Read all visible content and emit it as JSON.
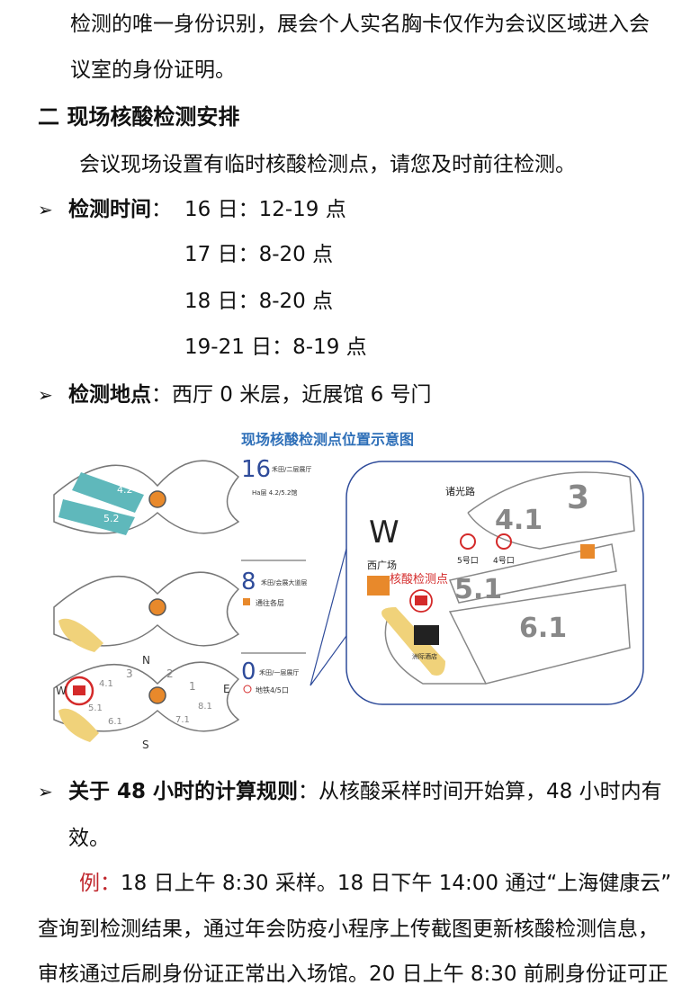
{
  "p1": {
    "line1": "检测的唯一身份识别，展会个人实名胸卡仅作为会议区域进入会",
    "line2": "议室的身份证明。"
  },
  "section2": {
    "heading": "二  现场核酸检测安排",
    "intro": "会议现场设置有临时核酸检测点，请您及时前往检测。"
  },
  "bullet_symbol": "➢",
  "time": {
    "label": "检测时间",
    "sep": "：",
    "rows": [
      "16 日：12-19 点",
      "17 日：8-20 点",
      "18 日：8-20 点",
      "19-21 日：8-19 点"
    ]
  },
  "place": {
    "label": "检测地点",
    "value": "：西厅 0 米层，近展馆 6 号门"
  },
  "map": {
    "title": "现场核酸检测点位置示意图",
    "levels": [
      "16",
      "8",
      "0"
    ],
    "level_names": [
      "禾田/二层展厅",
      "禾田/会展大道层",
      "禾田/一层展厅"
    ],
    "level16_sub": "Ha层 4.2/5.2馆",
    "level8_item": "通往各层",
    "level0_item": "地铁4/5口",
    "halls_top": [
      "4.2",
      "5.2"
    ],
    "halls_bottom": [
      "3",
      "2",
      "1",
      "4.1",
      "5.1",
      "6.1",
      "7.1",
      "8.1"
    ],
    "compass": [
      "N",
      "S",
      "W",
      "E"
    ],
    "detail": {
      "road": "诸光路",
      "west": "W",
      "plaza": "西广场",
      "point": "核酸检测点",
      "exit5": "5号口",
      "exit4": "4号口",
      "hotel": "洲际酒店",
      "halls": [
        "3",
        "4.1",
        "5.1",
        "6.1"
      ]
    }
  },
  "rule": {
    "label": "关于 48 小时的计算规则",
    "line1": "：从核酸采样时间开始算，48 小时内有",
    "line2": "效。"
  },
  "example": {
    "label": "例：",
    "line1": "18 日上午 8:30 采样。18 日下午 14:00 通过“上海健康云”",
    "line2": "查询到检测结果，通过年会防疫小程序上传截图更新核酸检测信息，",
    "line3": "审核通过后刷身份证正常出入场馆。20 日上午 8:30 前刷身份证可正"
  },
  "colors": {
    "map_title": "#2e6fb8",
    "teal": "#5fb8bb",
    "orange": "#e8892b",
    "red": "#d42a2a",
    "sand": "#f0d27a"
  }
}
